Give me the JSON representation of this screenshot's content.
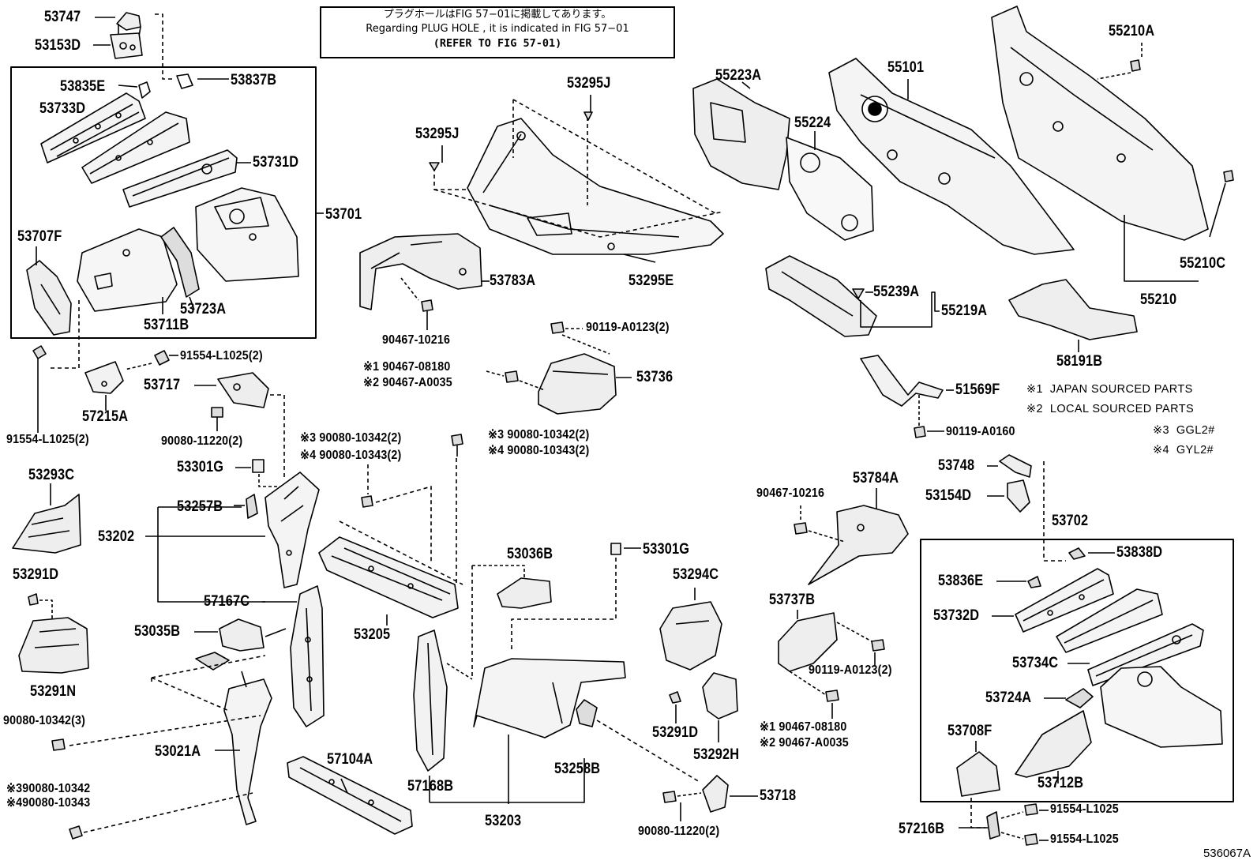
{
  "reference_box": {
    "line1": "プラグホールはFIG 57−01に掲載してあります。",
    "line2": "Regarding PLUG HOLE , it is indicated in FIG 57−01",
    "line3": "(REFER TO FIG 57-01)"
  },
  "diagram_id": "536067A",
  "legend": [
    {
      "mark": "※1",
      "text": "JAPAN SOURCED PARTS"
    },
    {
      "mark": "※2",
      "text": "LOCAL SOURCED PARTS"
    },
    {
      "mark": "※3",
      "text": "GGL2#"
    },
    {
      "mark": "※4",
      "text": "GYL2#"
    }
  ],
  "labels": [
    "53747",
    "53153D",
    "53835E",
    "53837B",
    "53733D",
    "53731D",
    "53701",
    "53707F",
    "53723A",
    "53711B",
    "91554-L1025(2)",
    "53717",
    "57215A",
    "91554-L1025(2)",
    "90080-11220(2)",
    "※3 90080-10342(2)",
    "※4 90080-10343(2)",
    "53301G",
    "53293C",
    "53257B",
    "53202",
    "53291D",
    "57167C",
    "53035B",
    "53291N",
    "90080-10342(3)",
    "53021A",
    "※390080-10342",
    "※490080-10343",
    "57104A",
    "53295J",
    "53295J",
    "53783A",
    "53295E",
    "90467-10216",
    "90119-A0123(2)",
    "※1 90467-08180",
    "※2 90467-A0035",
    "53736",
    "※3 90080-10342(2)",
    "※4 90080-10343(2)",
    "53205",
    "53036B",
    "53301G",
    "57168B",
    "53203",
    "53258B",
    "53294C",
    "53291D",
    "53292H",
    "53718",
    "90080-11220(2)",
    "55223A",
    "55101",
    "55224",
    "55210A",
    "55210C",
    "55210",
    "55239A",
    "55219A",
    "58191B",
    "51569F",
    "90119-A0160",
    "53748",
    "53154D",
    "53784A",
    "90467-10216",
    "53702",
    "53838D",
    "53836E",
    "53732D",
    "53734C",
    "53737B",
    "90119-A0123(2)",
    "※1 90467-08180",
    "※2 90467-A0035",
    "53724A",
    "53708F",
    "53712B",
    "91554-L1025",
    "57216B",
    "91554-L1025"
  ]
}
